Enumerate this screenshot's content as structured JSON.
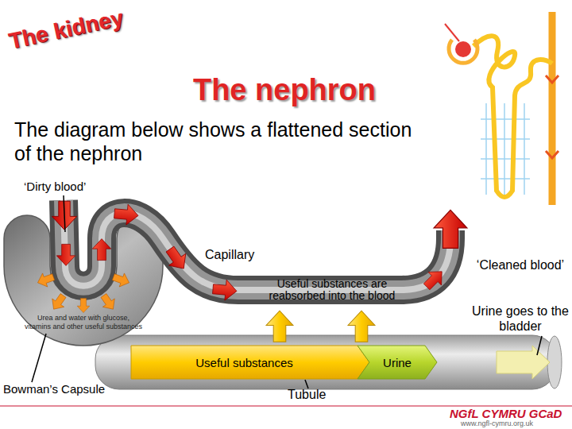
{
  "diagram": {
    "title": "The nephron",
    "nodes": [
      {
        "text": [
          "Useful substances"
        ]
      },
      {
        "text": [
          "Urine"
        ]
      }
    ],
    "labels": [
      "The kidney",
      "The diagram below shows a flattened section of the nephron",
      "‘Dirty blood’",
      "Capillary",
      "Useful substances are reabsorbed into the blood",
      "‘Cleaned blood’",
      "Urine goes to the bladder",
      "Urea and water with glucose, vitamins and other useful substances",
      "Bowman’s Capsule",
      "Tubule",
      "NGfL CYMRU GCaD",
      "www.ngfl-cymru.org.uk"
    ]
  }
}
